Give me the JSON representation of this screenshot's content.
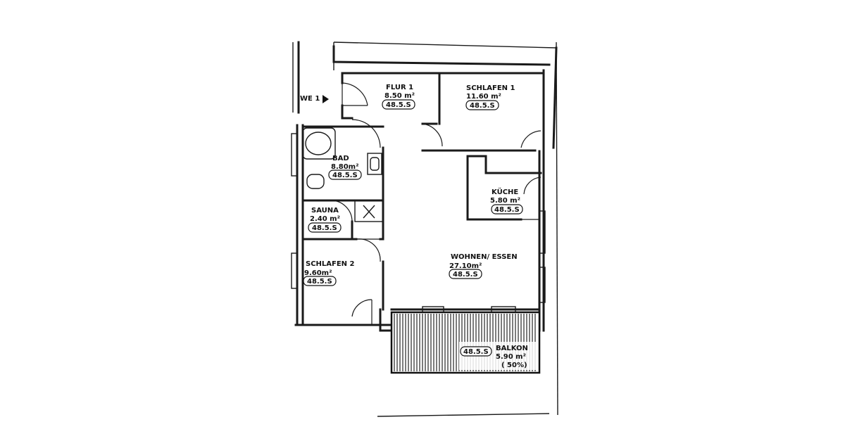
{
  "entry": {
    "label": "WE 1",
    "arrow": "arrow-right-icon"
  },
  "rooms": {
    "flur1": {
      "name": "FLUR 1",
      "area": "8.50 m²",
      "tag": "48.5.S"
    },
    "schlafen1": {
      "name": "SCHLAFEN 1",
      "area": "11.60 m²",
      "tag": "48.5.S"
    },
    "bad": {
      "name": "BAD",
      "area": "8.80m²",
      "tag": "48.5.S"
    },
    "kueche": {
      "name": "KÜCHE",
      "area": "5.80 m²",
      "tag": "48.5.S"
    },
    "sauna": {
      "name": "SAUNA",
      "area": "2.40 m²",
      "tag": "48.5.S"
    },
    "wohnen": {
      "name": "WOHNEN/ ESSEN",
      "area": "27.10m²",
      "tag": "48.5.S"
    },
    "schlafen2": {
      "name": "SCHLAFEN 2",
      "area": "9.60m²",
      "tag": "48.5.S"
    },
    "balkon": {
      "name": "BALKON",
      "area": "5.90 m²",
      "note": "( 50%)",
      "tag": "48.5.S"
    }
  }
}
